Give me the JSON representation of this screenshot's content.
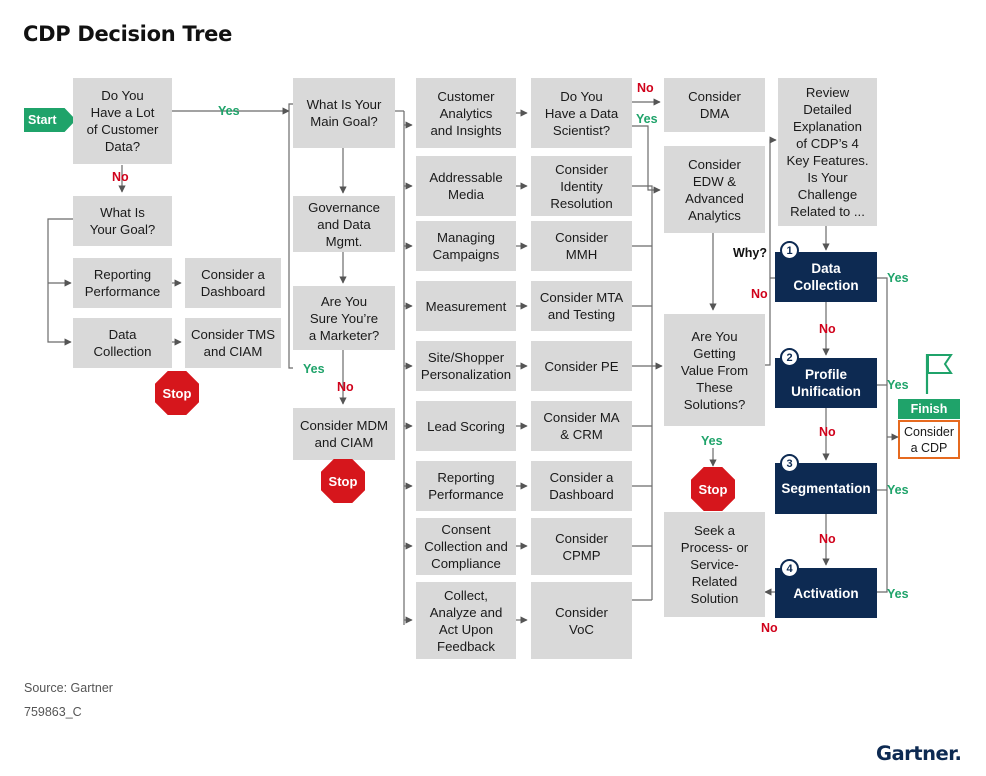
{
  "title": "CDP Decision Tree",
  "colors": {
    "box_gray": "#d9d9d9",
    "navy": "#0d2a52",
    "yes_green": "#1fa36a",
    "no_red": "#d0021b",
    "stop_red": "#d6161c",
    "finish_orange": "#e66a1f"
  },
  "icons": {
    "start": "start-arrow",
    "stop": "stop-sign",
    "finish": "finish-flag-icon"
  },
  "start_label": "Start",
  "finish_label": "Finish",
  "stop_label": "Stop",
  "nodes": {
    "lot_data": "Do You\nHave a Lot\nof Customer\nData?",
    "what_goal": "What Is\nYour Goal?",
    "reporting1": "Reporting\nPerformance",
    "dashboard1": "Consider a\nDashboard",
    "data_collection1": "Data\nCollection",
    "tms": "Consider TMS\nand CIAM",
    "main_goal": "What Is Your\nMain Goal?",
    "governance": "Governance\nand Data\nMgmt.",
    "marketer": "Are You\nSure You’re\na Marketer?",
    "mdm": "Consider MDM\nand CIAM",
    "goals": [
      "Customer\nAnalytics\nand Insights",
      "Addressable\nMedia",
      "Managing\nCampaigns",
      "Measurement",
      "Site/Shopper\nPersonalization",
      "Lead Scoring",
      "Reporting\nPerformance",
      "Consent\nCollection and\nCompliance",
      "Collect,\nAnalyze and\nAct Upon\nFeedback"
    ],
    "considers": [
      "Do You\nHave a Data\nScientist?",
      "Consider\nIdentity\nResolution",
      "Consider\nMMH",
      "Consider MTA\nand Testing",
      "Consider PE",
      "Consider MA\n& CRM",
      "Consider a\nDashboard",
      "Consider\nCPMP",
      "Consider\nVoC"
    ],
    "dma": "Consider\nDMA",
    "edw": "Consider\nEDW &\nAdvanced\nAnalytics",
    "value": "Are You\nGetting\nValue From\nThese\nSolutions?",
    "seek": "Seek a\nProcess- or\nService-\nRelated\nSolution",
    "review": "Review\nDetailed\nExplanation\nof CDP’s 4\nKey Features.\nIs Your\nChallenge\nRelated to ...",
    "features": [
      "Data\nCollection",
      "Profile\nUnification",
      "Segmentation",
      "Activation"
    ],
    "feature_numbers": [
      "1",
      "2",
      "3",
      "4"
    ],
    "consider_cdp": "Consider\na CDP"
  },
  "labels": {
    "yes": "Yes",
    "no": "No",
    "why": "Why?"
  },
  "footer": {
    "source": "Source: Gartner",
    "code": "759863_C"
  },
  "logo": "Gartner."
}
